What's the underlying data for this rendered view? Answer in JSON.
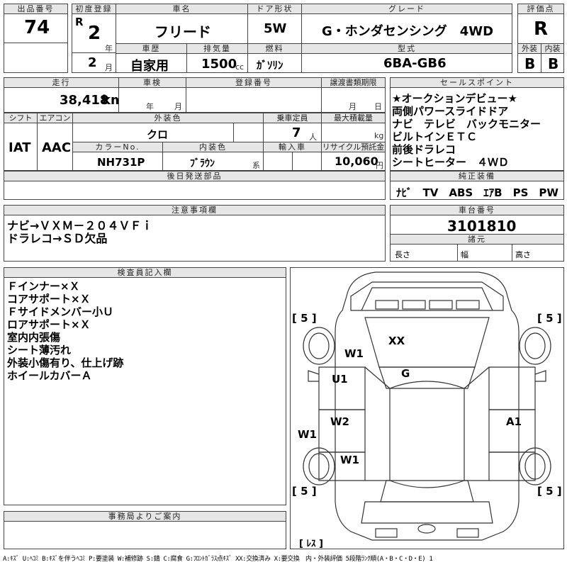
{
  "lot": {
    "label": "出品番号",
    "value": "74"
  },
  "first_reg": {
    "label": "初度登録",
    "era": "R",
    "year": "2",
    "year_unit": "年",
    "month": "2",
    "month_unit": "月"
  },
  "car_name": {
    "label": "車名",
    "value": "フリード"
  },
  "doors": {
    "label": "ドア形状",
    "value": "5W"
  },
  "grade": {
    "label": "グレード",
    "value": "G・ホンダセンシング　4WD"
  },
  "score": {
    "label": "評価点",
    "value": "R",
    "ext_label": "外装",
    "int_label": "内装",
    "ext": "B",
    "int": "B"
  },
  "history": {
    "label": "車歴",
    "value": "自家用"
  },
  "displacement": {
    "label": "排気量",
    "value": "1500",
    "unit": "cc"
  },
  "fuel": {
    "label": "燃料",
    "value": "ｶﾞｿﾘﾝ"
  },
  "model": {
    "label": "型式",
    "value": "6BA-GB6"
  },
  "mileage": {
    "label": "走行",
    "value": "38,418",
    "unit": "km"
  },
  "inspection": {
    "label": "車検",
    "year_unit": "年",
    "month_unit": "月"
  },
  "reg_no": {
    "label": "登録番号"
  },
  "transfer": {
    "label": "譲渡書類期限",
    "month_unit": "月",
    "day_unit": "日"
  },
  "shift": {
    "label": "シフト",
    "value": "IAT"
  },
  "aircon": {
    "label": "エアコン",
    "value": "AAC"
  },
  "ext_color": {
    "label": "外装色",
    "value": "クロ"
  },
  "color_no": {
    "label": "カラーNo.",
    "value": "NH731P"
  },
  "int_color": {
    "label": "内装色",
    "value": "ﾌﾞﾗｳﾝ",
    "suffix": "系"
  },
  "capacity": {
    "label": "乗車定員",
    "value": "7",
    "unit": "人"
  },
  "max_load": {
    "label": "最大積載量",
    "unit": "kg"
  },
  "import": {
    "label": "輸入車"
  },
  "recycle": {
    "label": "リサイクル預託金",
    "value": "10,060",
    "unit": "円"
  },
  "selling_points": {
    "label": "セールスポイント",
    "lines": [
      "★オークションデビュー★",
      "両側パワースライドドア",
      "ナビ　テレビ　バックモニター",
      "ビルトインＥＴＣ",
      "前後ドラレコ",
      "シートヒーター　４ＷＤ"
    ]
  },
  "later_parts": {
    "label": "後日発送部品"
  },
  "equipment": {
    "label": "純正装備",
    "value": "ﾅﾋﾞ　TV　ABS　ｴｱB　PS　PW"
  },
  "notes": {
    "label": "注意事項欄",
    "lines": [
      "ナビ→ＶＸＭ－２０４ＶＦｉ",
      "ドラレコ→ＳＤ欠品"
    ]
  },
  "chassis": {
    "label": "車台番号",
    "value": "3101810"
  },
  "specs": {
    "label": "諸元",
    "length": "長さ",
    "width": "幅",
    "height": "高さ"
  },
  "inspector": {
    "label": "検査員記入欄",
    "lines": [
      "Ｆインナー×Ｘ",
      "コアサポート×Ｘ",
      "Ｆサイドメンバー小Ｕ",
      "ロアサポート×Ｘ",
      "室内内張傷",
      "シート薄汚れ",
      "外装小傷有り、仕上げ跡",
      "ホイールカバーＡ"
    ]
  },
  "diagram": {
    "tire_fl": "[ 5 ]",
    "tire_fr": "[ 5 ]",
    "tire_rl": "[ 5 ]",
    "tire_rr": "[ 5 ]",
    "lbl_xx": "XX",
    "lbl_g": "G",
    "lbl_w1_top": "W1",
    "lbl_u1": "U1",
    "lbl_w2": "W2",
    "lbl_w1_left": "W1",
    "lbl_w1_low": "W1",
    "lbl_a1": "A1",
    "spare": "[ ﾚｽ ]"
  },
  "office": {
    "label": "事務局よりご案内"
  },
  "legend": "A:ｷｽﾞ U:ﾍｺﾐ B:ｷｽﾞを伴うﾍｺﾐ P:要塗装 W:補修跡 S:錆 C:腐食 G:ﾌﾛﾝﾄｶﾞﾗｽ点ｷｽﾞ XX:交換済み X:要交換　内・外装評価 5段階ﾗﾝｸ順(A・B・C・D・E) 1"
}
